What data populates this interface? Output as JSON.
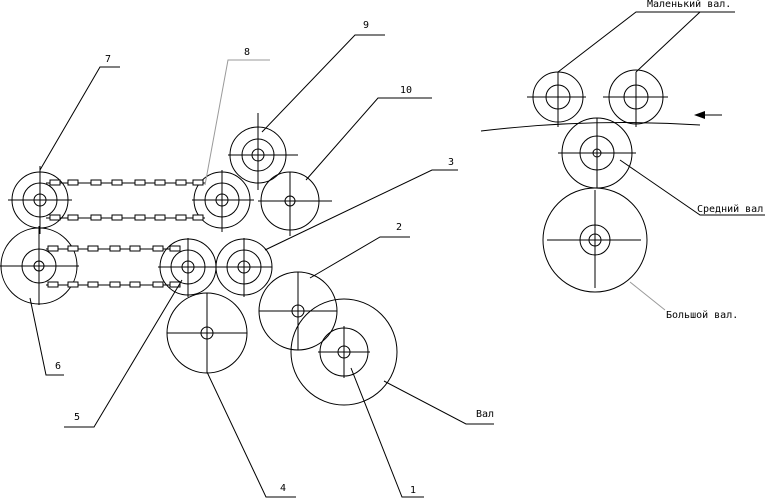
{
  "labels": {
    "n1": "1",
    "n2": "2",
    "n3": "3",
    "n4": "4",
    "n5": "5",
    "n6": "6",
    "n7": "7",
    "n8": "8",
    "n9": "9",
    "n10": "10",
    "val": "Вал",
    "small_shaft": "Маленький вал.",
    "middle_shaft": "Средний вал",
    "big_shaft": "Большой вал."
  }
}
